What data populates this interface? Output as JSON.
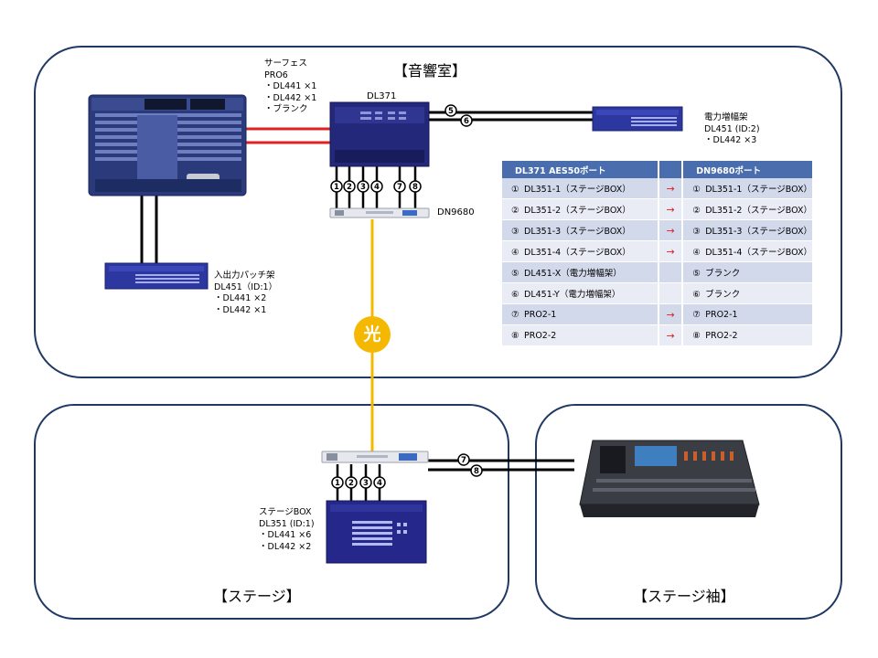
{
  "regions": {
    "control_room": "【音響室】",
    "stage": "【ステージ】",
    "stage_wing": "【ステージ袖】"
  },
  "surface_note": [
    "サーフェス",
    "PRO6",
    "・DL441 ×1",
    "・DL442 ×1",
    "・ブランク"
  ],
  "dl371_label": "DL371",
  "dn9680_label": "DN9680",
  "power_amp_note": [
    "電力増幅架",
    "DL451 (ID:2)",
    "・DL442 ×3"
  ],
  "patch_note": [
    "入出力パッチ架",
    "DL451（ID:1）",
    "・DL441 ×2",
    "・DL442 ×1"
  ],
  "stage_box_note": [
    "ステージBOX",
    "DL351 (ID:1)",
    "・DL441 ×6",
    "・DL442 ×2"
  ],
  "optical_label": "光",
  "connector_numbers": {
    "dl371_down": [
      "1",
      "2",
      "3",
      "4",
      "7",
      "8"
    ],
    "dl371_right": [
      "5",
      "6"
    ],
    "stage_down": [
      "1",
      "2",
      "3",
      "4"
    ],
    "stage_right": [
      "7",
      "8"
    ]
  },
  "port_table": {
    "headers": [
      "DL371 AES50ポート",
      "",
      "DN9680ポート"
    ],
    "rows": [
      {
        "n1": "①",
        "left": "DL351-1（ステージBOX）",
        "arrow": "→",
        "n2": "①",
        "right": "DL351-1（ステージBOX）"
      },
      {
        "n1": "②",
        "left": "DL351-2（ステージBOX）",
        "arrow": "→",
        "n2": "②",
        "right": "DL351-2（ステージBOX）"
      },
      {
        "n1": "③",
        "left": "DL351-3（ステージBOX）",
        "arrow": "→",
        "n2": "③",
        "right": "DL351-3（ステージBOX）"
      },
      {
        "n1": "④",
        "left": "DL351-4（ステージBOX）",
        "arrow": "→",
        "n2": "④",
        "right": "DL351-4（ステージBOX）"
      },
      {
        "n1": "⑤",
        "left": "DL451-X（電力増幅架）",
        "arrow": "",
        "n2": "⑤",
        "right": "ブランク"
      },
      {
        "n1": "⑥",
        "left": "DL451-Y（電力増幅架）",
        "arrow": "",
        "n2": "⑥",
        "right": "ブランク"
      },
      {
        "n1": "⑦",
        "left": "PRO2-1",
        "arrow": "→",
        "n2": "⑦",
        "right": "PRO2-1"
      },
      {
        "n1": "⑧",
        "left": "PRO2-2",
        "arrow": "→",
        "n2": "⑧",
        "right": "PRO2-2"
      }
    ]
  },
  "colors": {
    "frame": "#1f3864",
    "optical": "#f5b800",
    "red_link": "#e02020",
    "table_header": "#4a6ead"
  }
}
